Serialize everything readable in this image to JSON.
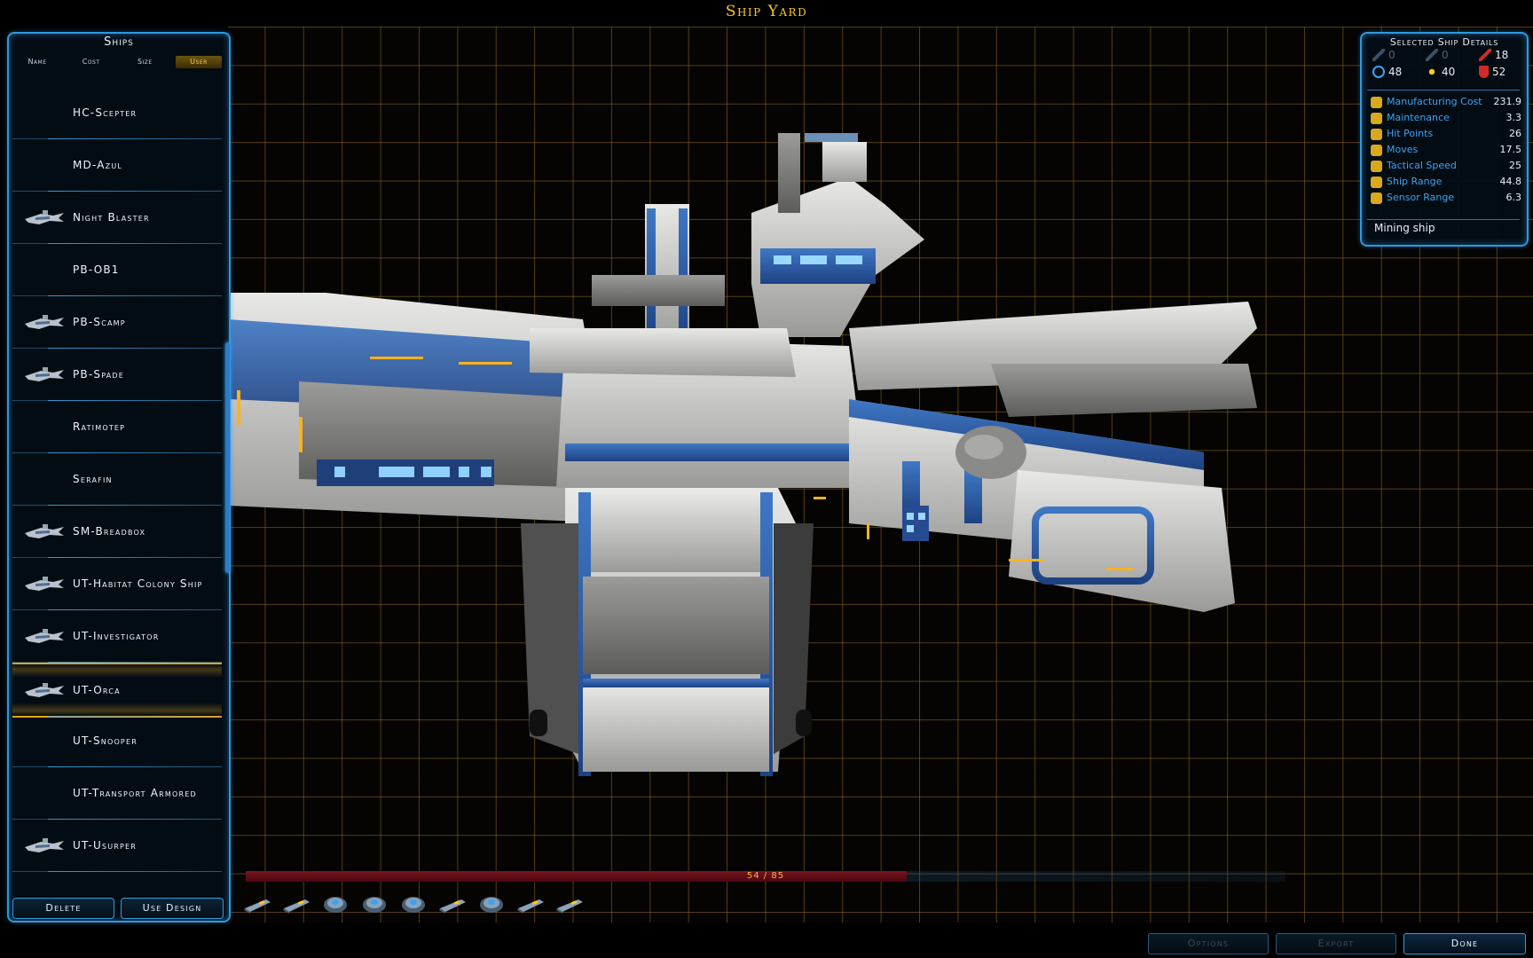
{
  "window": {
    "title": "Ship Yard"
  },
  "ships_panel": {
    "title": "Ships",
    "sort_tabs": [
      "Name",
      "Cost",
      "Size",
      "User"
    ],
    "active_sort": "User",
    "ships": [
      {
        "name": "HC-Scepter",
        "has_thumb": false
      },
      {
        "name": "MD-Azul",
        "has_thumb": false
      },
      {
        "name": "Night Blaster",
        "has_thumb": true
      },
      {
        "name": "PB-OB1",
        "has_thumb": false
      },
      {
        "name": "PB-Scamp",
        "has_thumb": true
      },
      {
        "name": "PB-Spade",
        "has_thumb": true
      },
      {
        "name": "Ratimotep",
        "has_thumb": false
      },
      {
        "name": "Serafin",
        "has_thumb": false
      },
      {
        "name": "SM-Breadbox",
        "has_thumb": true
      },
      {
        "name": "UT-Habitat Colony Ship",
        "has_thumb": true
      },
      {
        "name": "UT-Investigator",
        "has_thumb": true
      },
      {
        "name": "UT-Orca",
        "has_thumb": true
      },
      {
        "name": "UT-Snooper",
        "has_thumb": false
      },
      {
        "name": "UT-Transport Armored",
        "has_thumb": false
      },
      {
        "name": "UT-Usurper",
        "has_thumb": true
      }
    ],
    "selected_ship": "UT-Orca",
    "delete_label": "Delete",
    "use_design_label": "Use Design"
  },
  "details": {
    "title": "Selected Ship Details",
    "stats_top": [
      {
        "icon": "beam-weapon-icon",
        "value": "0",
        "dim": true
      },
      {
        "icon": "missile-weapon-icon",
        "value": "0",
        "dim": true
      },
      {
        "icon": "mass-driver-icon",
        "value": "18",
        "dim": false
      },
      {
        "icon": "shield-icon",
        "value": "48",
        "dim": false
      },
      {
        "icon": "point-defense-icon",
        "value": "40",
        "dim": false
      },
      {
        "icon": "armor-icon",
        "value": "52",
        "dim": false
      }
    ],
    "rows": [
      {
        "label": "Manufacturing Cost",
        "value": "231.9"
      },
      {
        "label": "Maintenance",
        "value": "3.3"
      },
      {
        "label": "Hit Points",
        "value": "26"
      },
      {
        "label": "Moves",
        "value": "17.5"
      },
      {
        "label": "Tactical Speed",
        "value": "25"
      },
      {
        "label": "Ship Range",
        "value": "44.8"
      },
      {
        "label": "Sensor Range",
        "value": "6.3"
      }
    ],
    "role": "Mining ship"
  },
  "capacity": {
    "used": 54,
    "total": 85,
    "label": "54 / 85"
  },
  "components": [
    "beam-component-icon",
    "missile-component-icon",
    "reactor-component-icon",
    "shield-component-icon",
    "sensor-component-icon",
    "engine-component-icon",
    "support-component-icon",
    "cannon-component-icon",
    "laser-component-icon"
  ],
  "footer": {
    "options_label": "Options",
    "export_label": "Export",
    "done_label": "Done"
  },
  "colors": {
    "accent_blue": "#2a9be0",
    "gold": "#ffc62a",
    "grid": "#96701e"
  }
}
